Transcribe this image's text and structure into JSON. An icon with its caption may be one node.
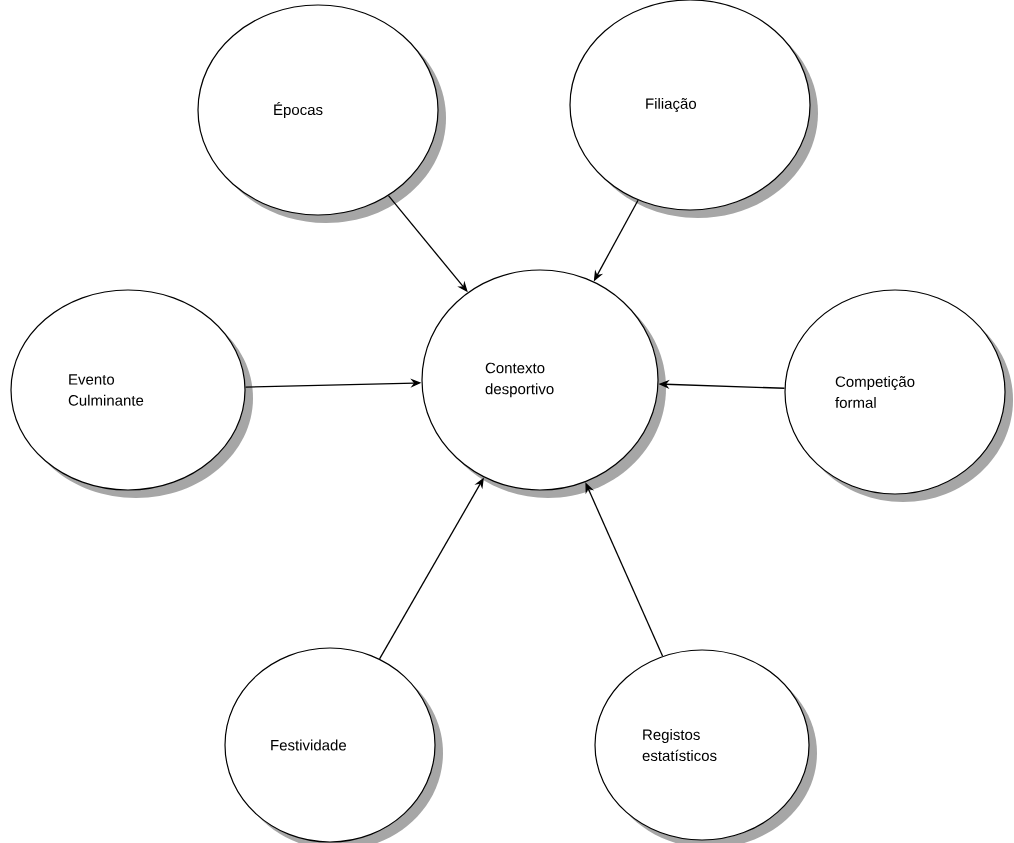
{
  "diagram": {
    "nodes": [
      {
        "text": [
          "Épocas"
        ]
      },
      {
        "text": [
          "Filiação"
        ]
      },
      {
        "text": [
          "Evento Culminante"
        ]
      },
      {
        "text": [
          "Contexto desportivo"
        ]
      },
      {
        "text": [
          "Competição formal"
        ]
      },
      {
        "text": [
          "Festividade"
        ]
      },
      {
        "text": [
          "Registos estatísticos"
        ]
      }
    ],
    "edges": [
      {
        "from": 0,
        "to": 3,
        "arrow": "to"
      },
      {
        "from": 1,
        "to": 3,
        "arrow": "to"
      },
      {
        "from": 2,
        "to": 3,
        "arrow": "to"
      },
      {
        "from": 4,
        "to": 3,
        "arrow": "to"
      },
      {
        "from": 5,
        "to": 3,
        "arrow": "to"
      },
      {
        "from": 6,
        "to": 3,
        "arrow": "to"
      }
    ]
  }
}
